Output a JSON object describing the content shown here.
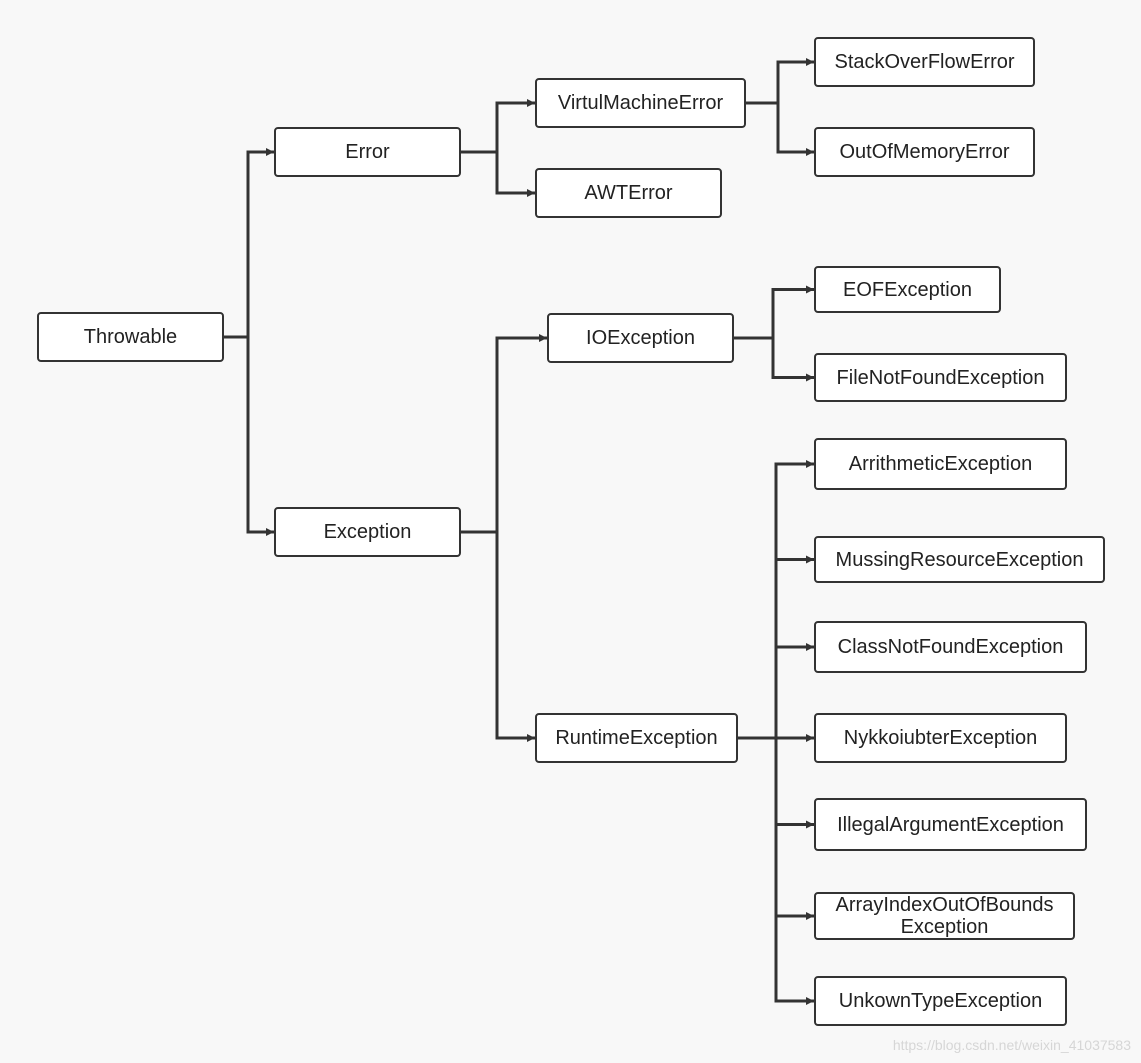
{
  "colors": {
    "background": "#f8f8f8",
    "box_border": "#333333",
    "box_fill": "#ffffff",
    "edge": "#333333",
    "text": "#222222"
  },
  "nodes": {
    "throwable": "Throwable",
    "error": "Error",
    "exception": "Exception",
    "virtual_machine_error": "VirtulMachineError",
    "awt_error": "AWTError",
    "stack_overflow_error": "StackOverFlowError",
    "out_of_memory_error": "OutOfMemoryError",
    "io_exception": "IOException",
    "runtime_exception": "RuntimeException",
    "eof_exception": "EOFException",
    "file_not_found_exception": "FileNotFoundException",
    "arrithmetic_exception": "ArrithmeticException",
    "mussing_resource_exception": "MussingResourceException",
    "class_not_found_exception": "ClassNotFoundException",
    "nykkoiubter_exception": "NykkoiubterException",
    "illegal_argument_exception": "IllegalArgumentException",
    "array_index_out_of_bounds_exception": "ArrayIndexOutOfBounds\nException",
    "unkown_type_exception": "UnkownTypeException"
  },
  "edges": [
    [
      "throwable",
      "error"
    ],
    [
      "throwable",
      "exception"
    ],
    [
      "error",
      "virtual_machine_error"
    ],
    [
      "error",
      "awt_error"
    ],
    [
      "virtual_machine_error",
      "stack_overflow_error"
    ],
    [
      "virtual_machine_error",
      "out_of_memory_error"
    ],
    [
      "exception",
      "io_exception"
    ],
    [
      "exception",
      "runtime_exception"
    ],
    [
      "io_exception",
      "eof_exception"
    ],
    [
      "io_exception",
      "file_not_found_exception"
    ],
    [
      "runtime_exception",
      "arrithmetic_exception"
    ],
    [
      "runtime_exception",
      "mussing_resource_exception"
    ],
    [
      "runtime_exception",
      "class_not_found_exception"
    ],
    [
      "runtime_exception",
      "nykkoiubter_exception"
    ],
    [
      "runtime_exception",
      "illegal_argument_exception"
    ],
    [
      "runtime_exception",
      "array_index_out_of_bounds_exception"
    ],
    [
      "runtime_exception",
      "unkown_type_exception"
    ]
  ],
  "watermark": "https://blog.csdn.net/weixin_41037583"
}
